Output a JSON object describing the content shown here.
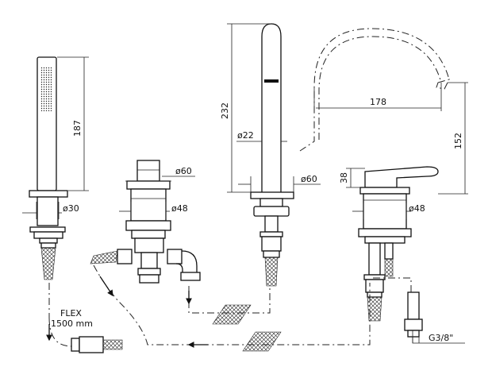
{
  "drawing": {
    "shower_length": "187",
    "shower_diameter": "ø30",
    "flex_label": "FLEX",
    "flex_length": "1500 mm",
    "diverter_diameter_top": "ø60",
    "diverter_diameter_body": "ø48",
    "spout_height": "232",
    "spout_diameter": "ø22",
    "spout_base_diameter": "ø60",
    "spout_reach": "178",
    "spout_arc_height": "152",
    "mixer_lever_height": "38",
    "mixer_diameter": "ø48",
    "connection_thread": "G3/8\""
  }
}
